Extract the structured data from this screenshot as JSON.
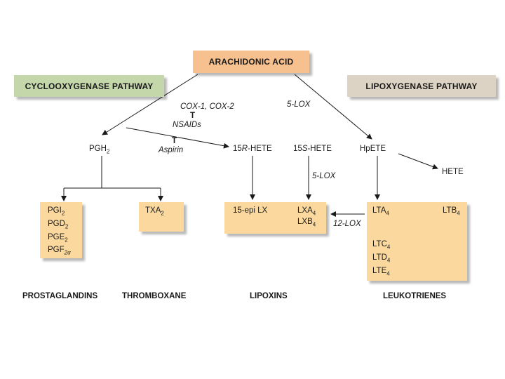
{
  "colors": {
    "source": "#f6c08f",
    "cox_header": "#c4d7ab",
    "lox_header": "#ddd3c4",
    "product": "#fbd99e"
  },
  "source": {
    "label": "ARACHIDONIC ACID"
  },
  "pathways": {
    "cox": "CYCLOOXYGENASE PATHWAY",
    "lox": "LIPOXYGENASE PATHWAY"
  },
  "enzymes": {
    "cox": "COX-1, COX-2",
    "inhibitor_mark_1": "T",
    "nsaids": "NSAIDs",
    "inhibitor_mark_2": "T",
    "aspirin": "Aspirin",
    "lox5_top": "5-LOX",
    "lox5_mid": "5-LOX",
    "lox12": "12-LOX"
  },
  "intermediates": {
    "pgh2": {
      "base": "PGH",
      "sub": "2"
    },
    "r15hete": {
      "pre": "15",
      "it": "R",
      "post": "-HETE"
    },
    "s15hete": {
      "pre": "15",
      "it": "S",
      "post": "-HETE"
    },
    "hpete": "HpETE",
    "hete": "HETE"
  },
  "products": {
    "prostaglandins": [
      {
        "base": "PGI",
        "sub": "2"
      },
      {
        "base": "PGD",
        "sub": "2"
      },
      {
        "base": "PGE",
        "sub": "2"
      },
      {
        "base": "PGF",
        "sub": "2α"
      }
    ],
    "thromboxane": {
      "base": "TXA",
      "sub": "2"
    },
    "epi_lx": "15-epi LX",
    "lxa4": {
      "base": "LXA",
      "sub": "4"
    },
    "lxb4": {
      "base": "LXB",
      "sub": "4"
    },
    "lta4": {
      "base": "LTA",
      "sub": "4"
    },
    "ltb4": {
      "base": "LTB",
      "sub": "4"
    },
    "leukotrienes_list": [
      {
        "base": "LTC",
        "sub": "4"
      },
      {
        "base": "LTD",
        "sub": "4"
      },
      {
        "base": "LTE",
        "sub": "4"
      }
    ]
  },
  "captions": {
    "prostaglandins": "PROSTAGLANDINS",
    "thromboxane": "THROMBOXANE",
    "lipoxins": "LIPOXINS",
    "leukotrienes": "LEUKOTRIENES"
  }
}
